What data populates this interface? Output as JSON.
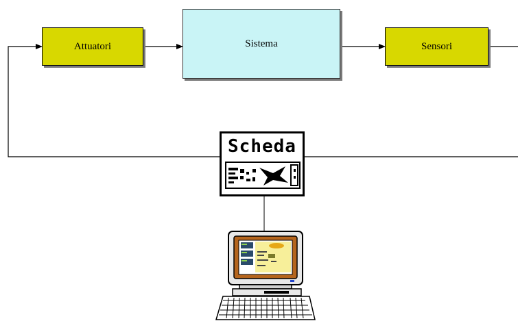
{
  "diagram": {
    "blocks": {
      "actuators": "Attuatori",
      "system": "Sistema",
      "sensors": "Sensori",
      "board": "Scheda"
    },
    "colors": {
      "actuators_fill": "#d8d800",
      "system_fill": "#c9f4f6",
      "sensors_fill": "#d8d800",
      "screen_frame": "#b5651d",
      "monitor_case": "#e8e8e8"
    },
    "icons": {
      "board": "data-acquisition-board-icon",
      "computer": "desktop-computer-icon"
    }
  }
}
